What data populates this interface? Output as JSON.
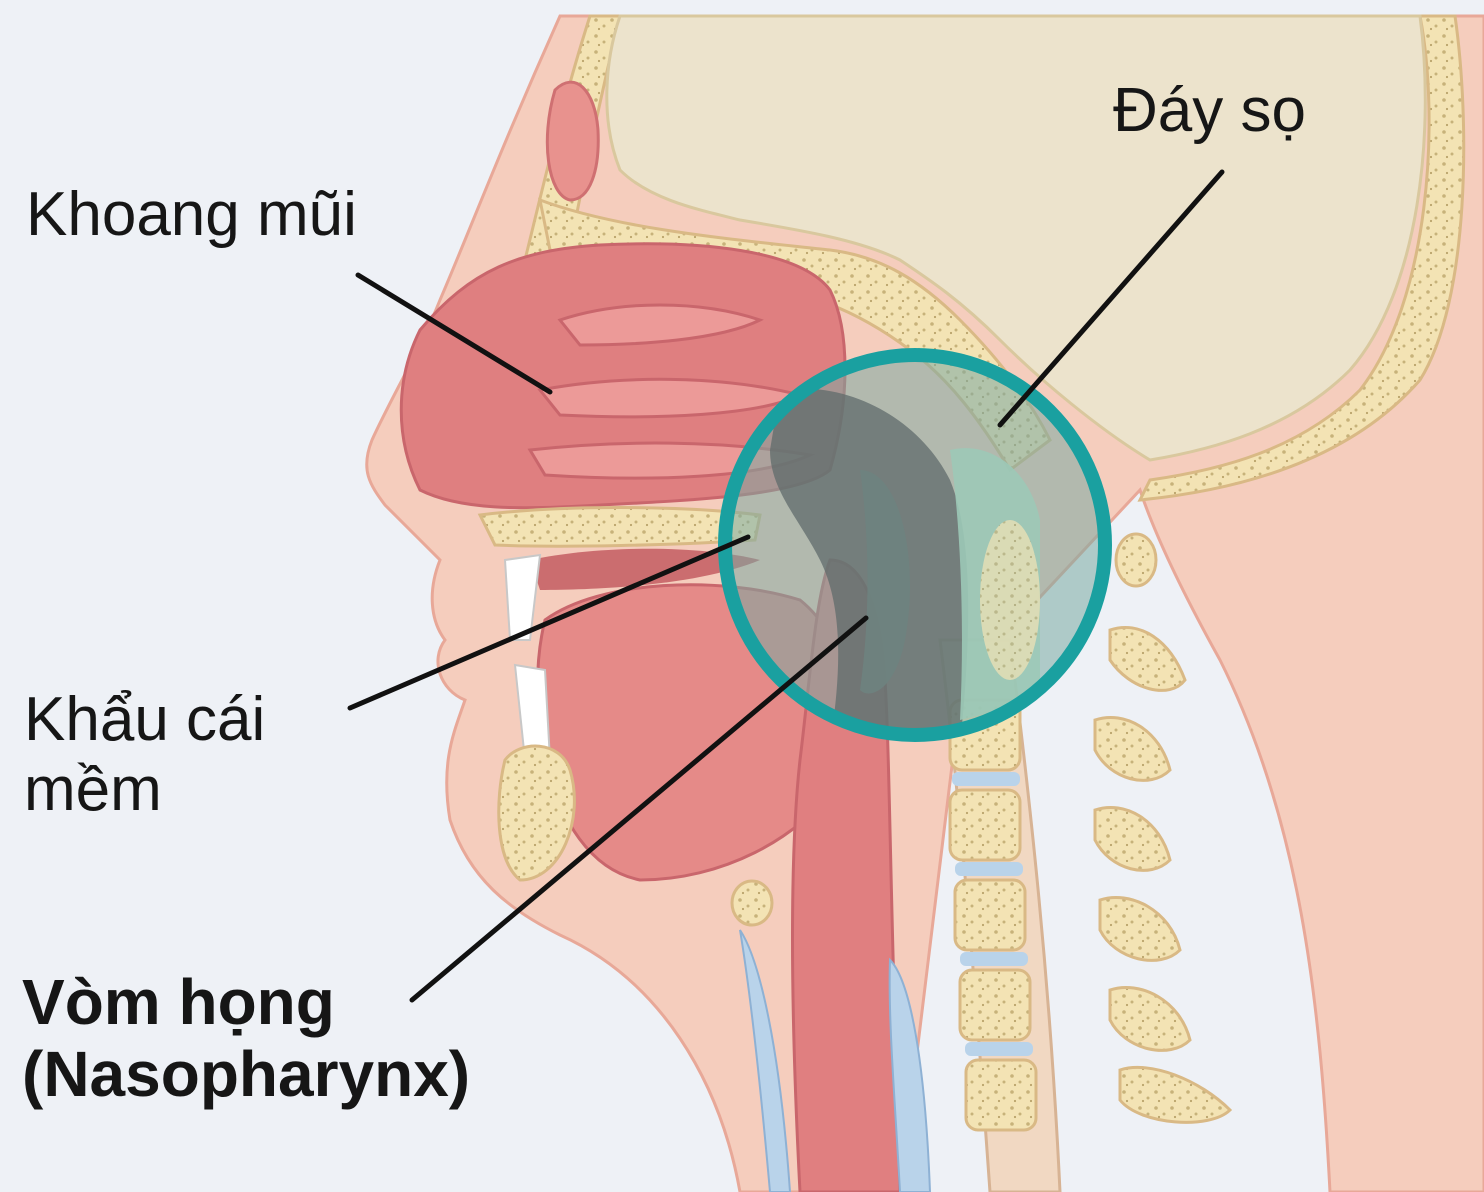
{
  "labels": {
    "nasal_cavity": "Khoang mũi",
    "skull_base": "Đáy sọ",
    "soft_palate_line1": "Khẩu cái",
    "soft_palate_line2": "mềm",
    "nasopharynx_line1": "Vòm họng",
    "nasopharynx_line2": "(Nasopharynx)"
  },
  "colors": {
    "background": "#eef1f6",
    "skin": "#f5cdbd",
    "tissue": "#e3828a",
    "bone": "#f5e6bf",
    "brain": "#ece3cc",
    "highlight_ring": "#1aa0a0",
    "leader_line": "#111111"
  }
}
